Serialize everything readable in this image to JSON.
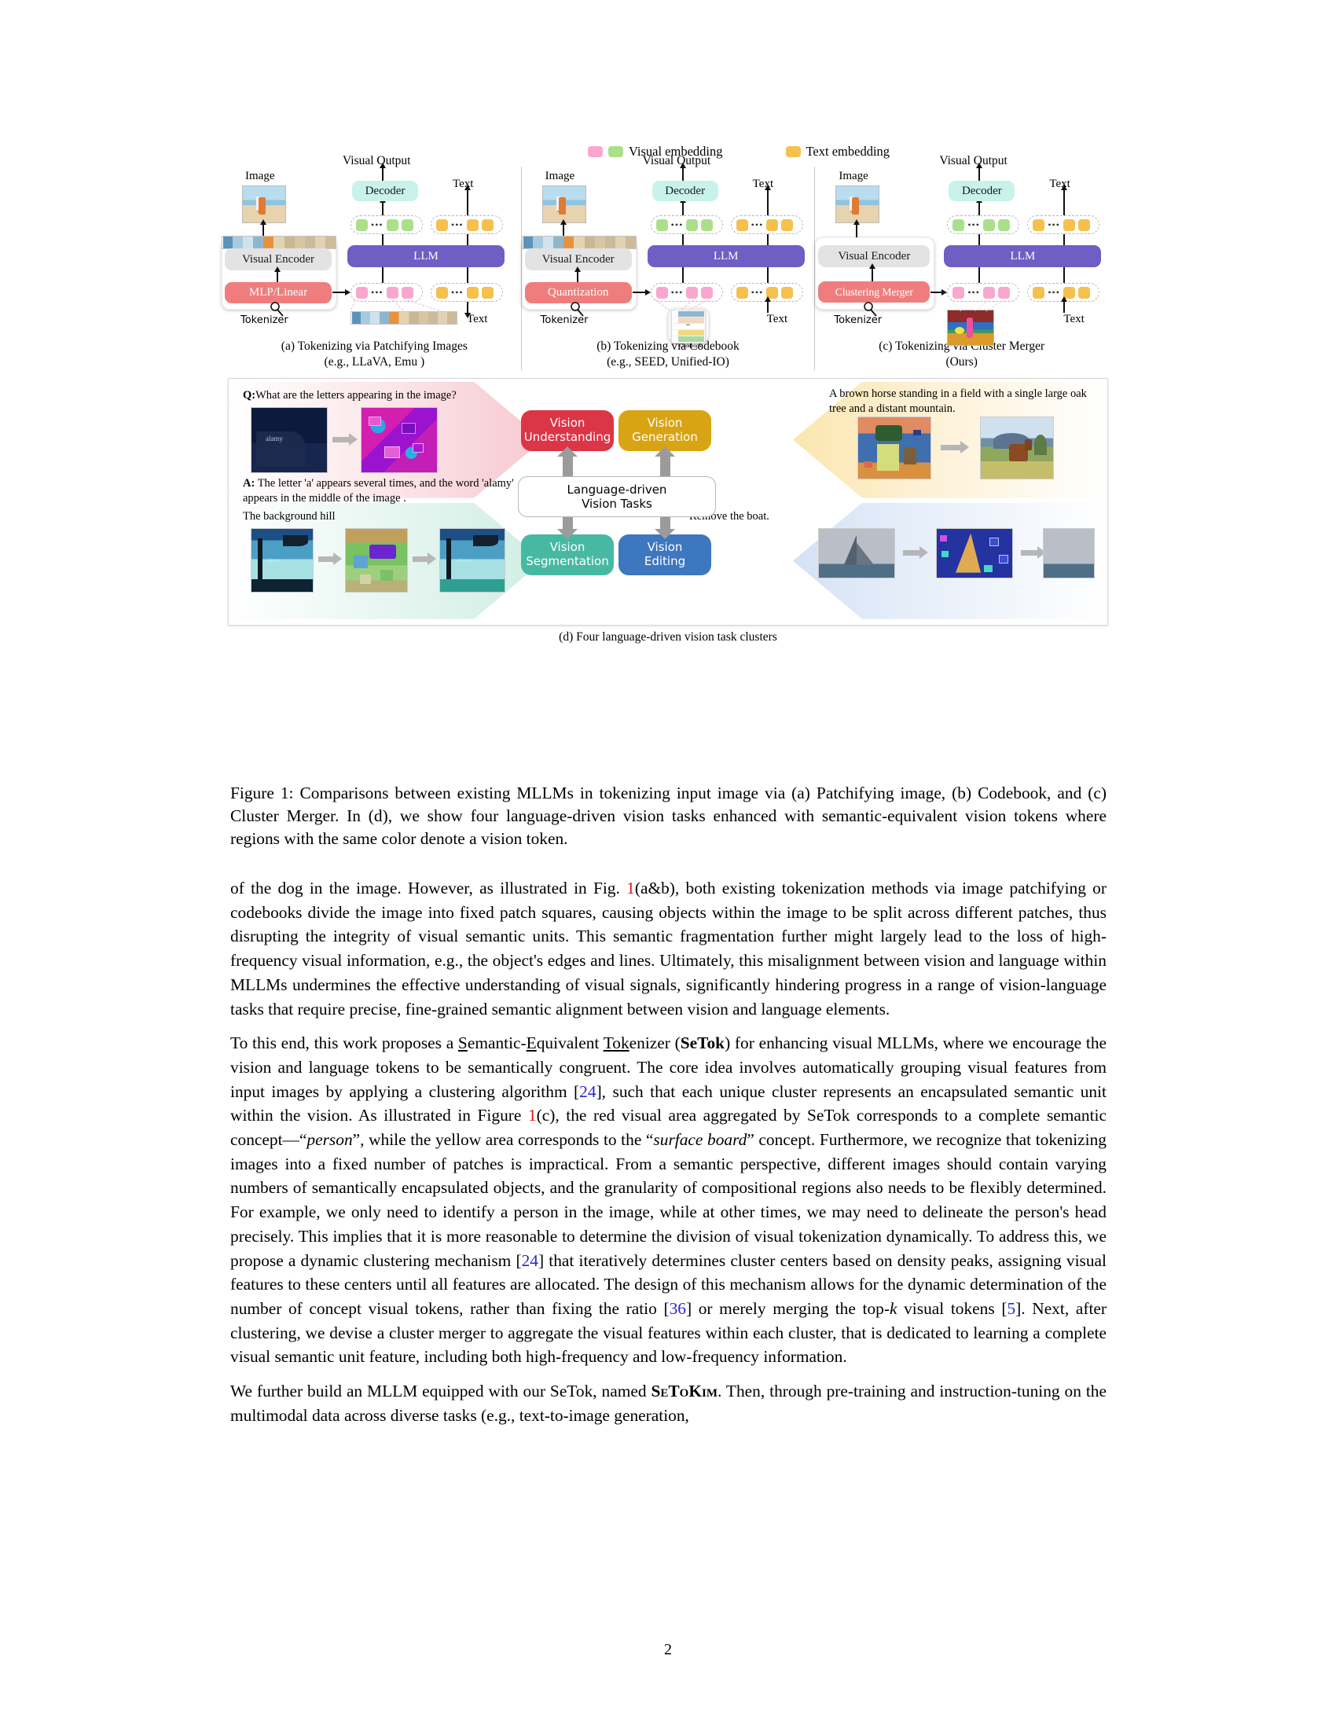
{
  "figure": {
    "legend": {
      "visual_embedding": "Visual embedding",
      "text_embedding": "Text embedding",
      "colors": {
        "pink": "#f9a7d0",
        "green": "#aae08a",
        "yellow": "#f5c04c"
      }
    },
    "panels": [
      {
        "id": "a",
        "image_label": "Image",
        "visual_output_label": "Visual Output",
        "decoder_label": "Decoder",
        "text_label_top": "Text",
        "encoder_label": "Visual Encoder",
        "llm_label": "LLM",
        "projector_label": "MLP/Linear",
        "tokenizer_label": "Tokenizer",
        "text_label_bottom": "Text",
        "caption_line1": "(a) Tokenizing via Patchifying Images",
        "caption_line2": "(e.g., LLaVA, Emu )"
      },
      {
        "id": "b",
        "image_label": "Image",
        "visual_output_label": "Visual Output",
        "decoder_label": "Decoder",
        "text_label_top": "Text",
        "encoder_label": "Visual Encoder",
        "llm_label": "LLM",
        "projector_label": "Quantization",
        "tokenizer_label": "Tokenizer",
        "codebook_label": "Codebook",
        "text_label_bottom": "Text",
        "caption_line1": "(b) Tokenizing via Codebook",
        "caption_line2": "(e.g., SEED, Unified-IO)"
      },
      {
        "id": "c",
        "image_label": "Image",
        "visual_output_label": "Visual Output",
        "decoder_label": "Decoder",
        "text_label_top": "Text",
        "encoder_label": "Visual Encoder",
        "llm_label": "LLM",
        "projector_label": "Clustering Merger",
        "tokenizer_label": "Tokenizer",
        "text_label_bottom": "Text",
        "caption_line1": "(c) Tokenizing via Cluster Merger",
        "caption_line2": "(Ours)"
      }
    ],
    "task_panel": {
      "center_label_line1": "Language-driven",
      "center_label_line2": "Vision Tasks",
      "tasks": [
        {
          "name": "vision-understanding",
          "line1": "Vision",
          "line2": "Understanding",
          "color": "#dc3545"
        },
        {
          "name": "vision-generation",
          "line1": "Vision",
          "line2": "Generation",
          "color": "#d9a413"
        },
        {
          "name": "vision-segmentation",
          "line1": "Vision",
          "line2": "Segmentation",
          "color": "#47b9a3"
        },
        {
          "name": "vision-editing",
          "line1": "Vision",
          "line2": "Editing",
          "color": "#3c77c0"
        }
      ],
      "understanding_q_prefix": "Q:",
      "understanding_q": "What are the letters appearing in the image?",
      "understanding_a_prefix": "A:",
      "understanding_a": "The letter 'a' appears several times, and the word 'alamy' appears in the middle of the image .",
      "generation_prompt": "A brown horse standing in a field with a single large oak tree and a distant mountain.",
      "segmentation_prompt": "The background hill",
      "editing_prompt": "Remove the boat.",
      "caption": "(d) Four language-driven vision task clusters"
    }
  },
  "caption": {
    "label": "Figure 1:",
    "text": " Comparisons between existing MLLMs in tokenizing input image via (a) Patchifying image, (b) Codebook, and (c) Cluster Merger. In (d), we show four language-driven vision tasks enhanced with semantic-equivalent vision tokens where regions with the same color denote a vision token."
  },
  "body": {
    "p1_a": "of the dog in the image. However, as illustrated in Fig. ",
    "p1_ref1": "1",
    "p1_b": "(a&b), both existing tokenization methods via image patchifying or codebooks divide the image into fixed patch squares, causing objects within the image to be split across different patches, thus disrupting the integrity of visual semantic units. This semantic fragmentation further might largely lead to the loss of high-frequency visual information, e.g., the object's edges and lines. Ultimately, this misalignment between vision and language within MLLMs undermines the effective understanding of visual signals, significantly hindering progress in a range of vision-language tasks that require precise, fine-grained semantic alignment between vision and language elements.",
    "p2_a": "To this end, this work proposes a ",
    "p2_s": "S",
    "p2_b": "emantic-",
    "p2_e": "E",
    "p2_c": "quivalent ",
    "p2_tok": "Tok",
    "p2_d": "enizer (",
    "p2_setok": "SeTok",
    "p2_e2": ") for enhancing visual MLLMs, where we encourage the vision and language tokens to be semantically congruent. The core idea involves automatically grouping visual features from input images by applying a clustering algorithm [",
    "p2_ref24": "24",
    "p2_f": "], such that each unique cluster represents an encapsulated semantic unit within the vision.  As illustrated in Figure ",
    "p2_ref1": "1",
    "p2_g": "(c), the red visual area aggregated by SeTok corresponds to a complete semantic concept—“",
    "p2_person": "person",
    "p2_h": "”, while the yellow area corresponds to the “",
    "p2_board": "surface board",
    "p2_i": "” concept.  Furthermore, we recognize that tokenizing images into a fixed number of patches is impractical.  From a semantic perspective, different images should contain varying numbers of semantically encapsulated objects, and the granularity of compositional regions also needs to be flexibly determined. For example, we only need to identify a person in the image, while at other times, we may need to delineate the person's head precisely. This implies that it is more reasonable to determine the division of visual tokenization dynamically. To address this, we propose a dynamic clustering mechanism [",
    "p2_ref24b": "24",
    "p2_j": "] that iteratively determines cluster centers based on density peaks, assigning visual features to these centers until all features are allocated. The design of this mechanism allows for the dynamic determination of the number of concept visual tokens, rather than fixing the ratio [",
    "p2_ref36": "36",
    "p2_k": "] or merely merging the top-",
    "p2_kvar": "k",
    "p2_l": " visual tokens [",
    "p2_ref5": "5",
    "p2_m": "]. Next, after clustering, we devise a cluster merger to aggregate the visual features within each cluster, that is dedicated to learning a complete visual semantic unit feature, including both high-frequency and low-frequency information.",
    "p3_a": "We further build an MLLM equipped with our SeTok, named ",
    "p3_setokim": "SeToKim",
    "p3_b": ". Then, through pre-training and instruction-tuning on the multimodal data across diverse tasks (e.g., text-to-image generation,"
  },
  "page_number": "2"
}
